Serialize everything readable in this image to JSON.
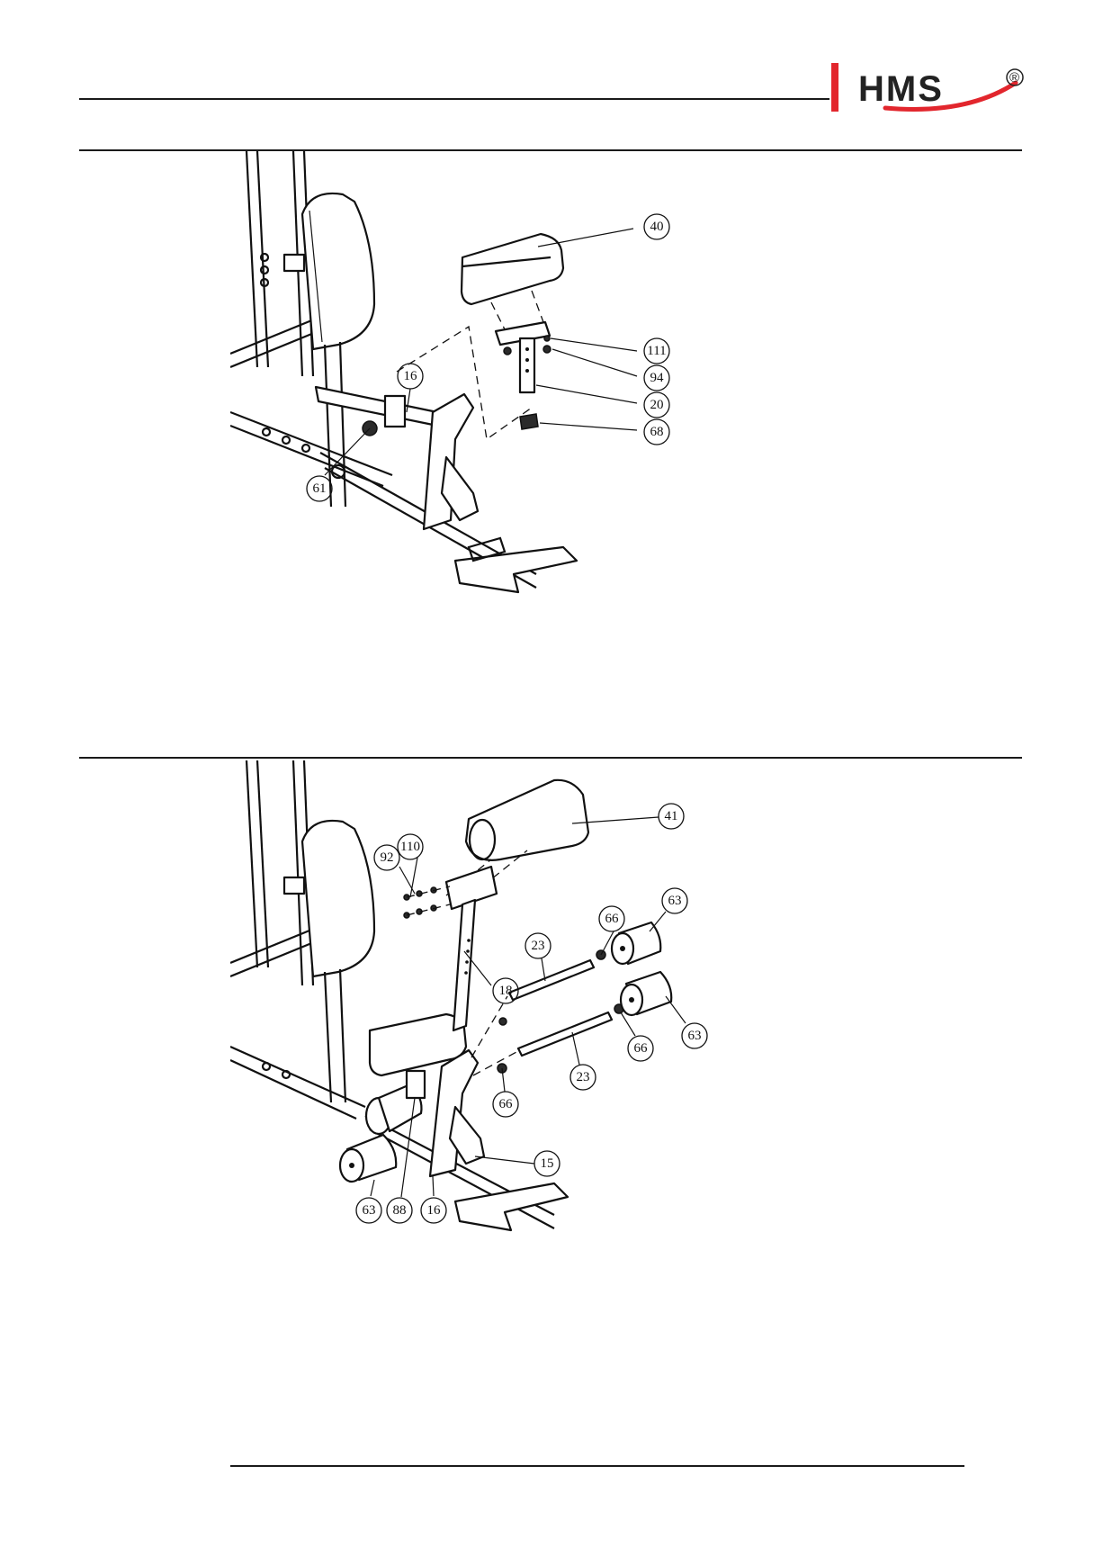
{
  "header": {
    "logo_text": "HMS",
    "logo_mark": "®",
    "brand_color": "#e2262d"
  },
  "step1": {
    "callouts": [
      "40",
      "111",
      "94",
      "20",
      "68",
      "16",
      "61"
    ]
  },
  "step2": {
    "callouts": [
      "41",
      "110",
      "92",
      "66",
      "63",
      "23",
      "18",
      "63",
      "66",
      "23",
      "66",
      "15",
      "88",
      "16",
      "63"
    ]
  }
}
